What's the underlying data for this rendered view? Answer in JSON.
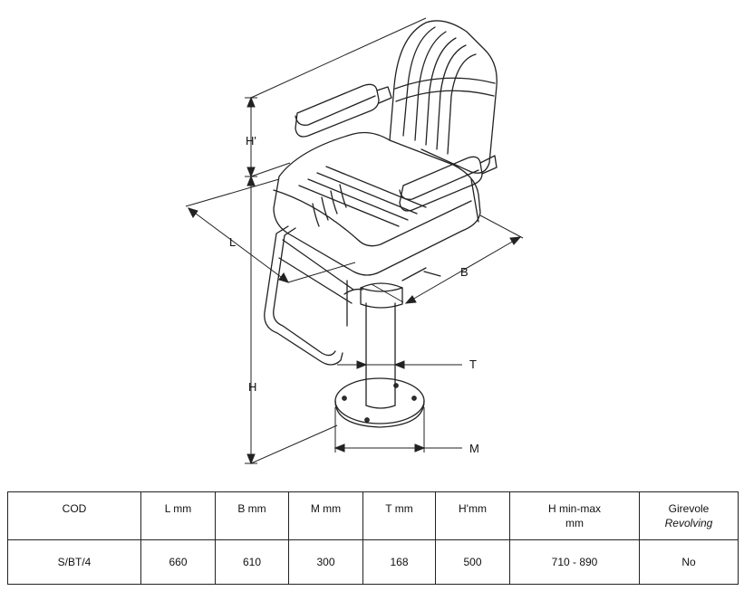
{
  "dimensions": {
    "h_prime": "H'",
    "l": "L",
    "b": "B",
    "t": "T",
    "h": "H",
    "m": "M"
  },
  "table": {
    "headers": [
      {
        "label": "COD"
      },
      {
        "label": "L mm"
      },
      {
        "label": "B mm"
      },
      {
        "label": "M mm"
      },
      {
        "label": "T mm"
      },
      {
        "label": "H'mm"
      },
      {
        "label": "H min-max",
        "sub": "mm"
      },
      {
        "label": "Girevole",
        "sub": "Revolving"
      }
    ],
    "row": [
      "S/BT/4",
      "660",
      "610",
      "300",
      "168",
      "500",
      "710 - 890",
      "No"
    ]
  }
}
